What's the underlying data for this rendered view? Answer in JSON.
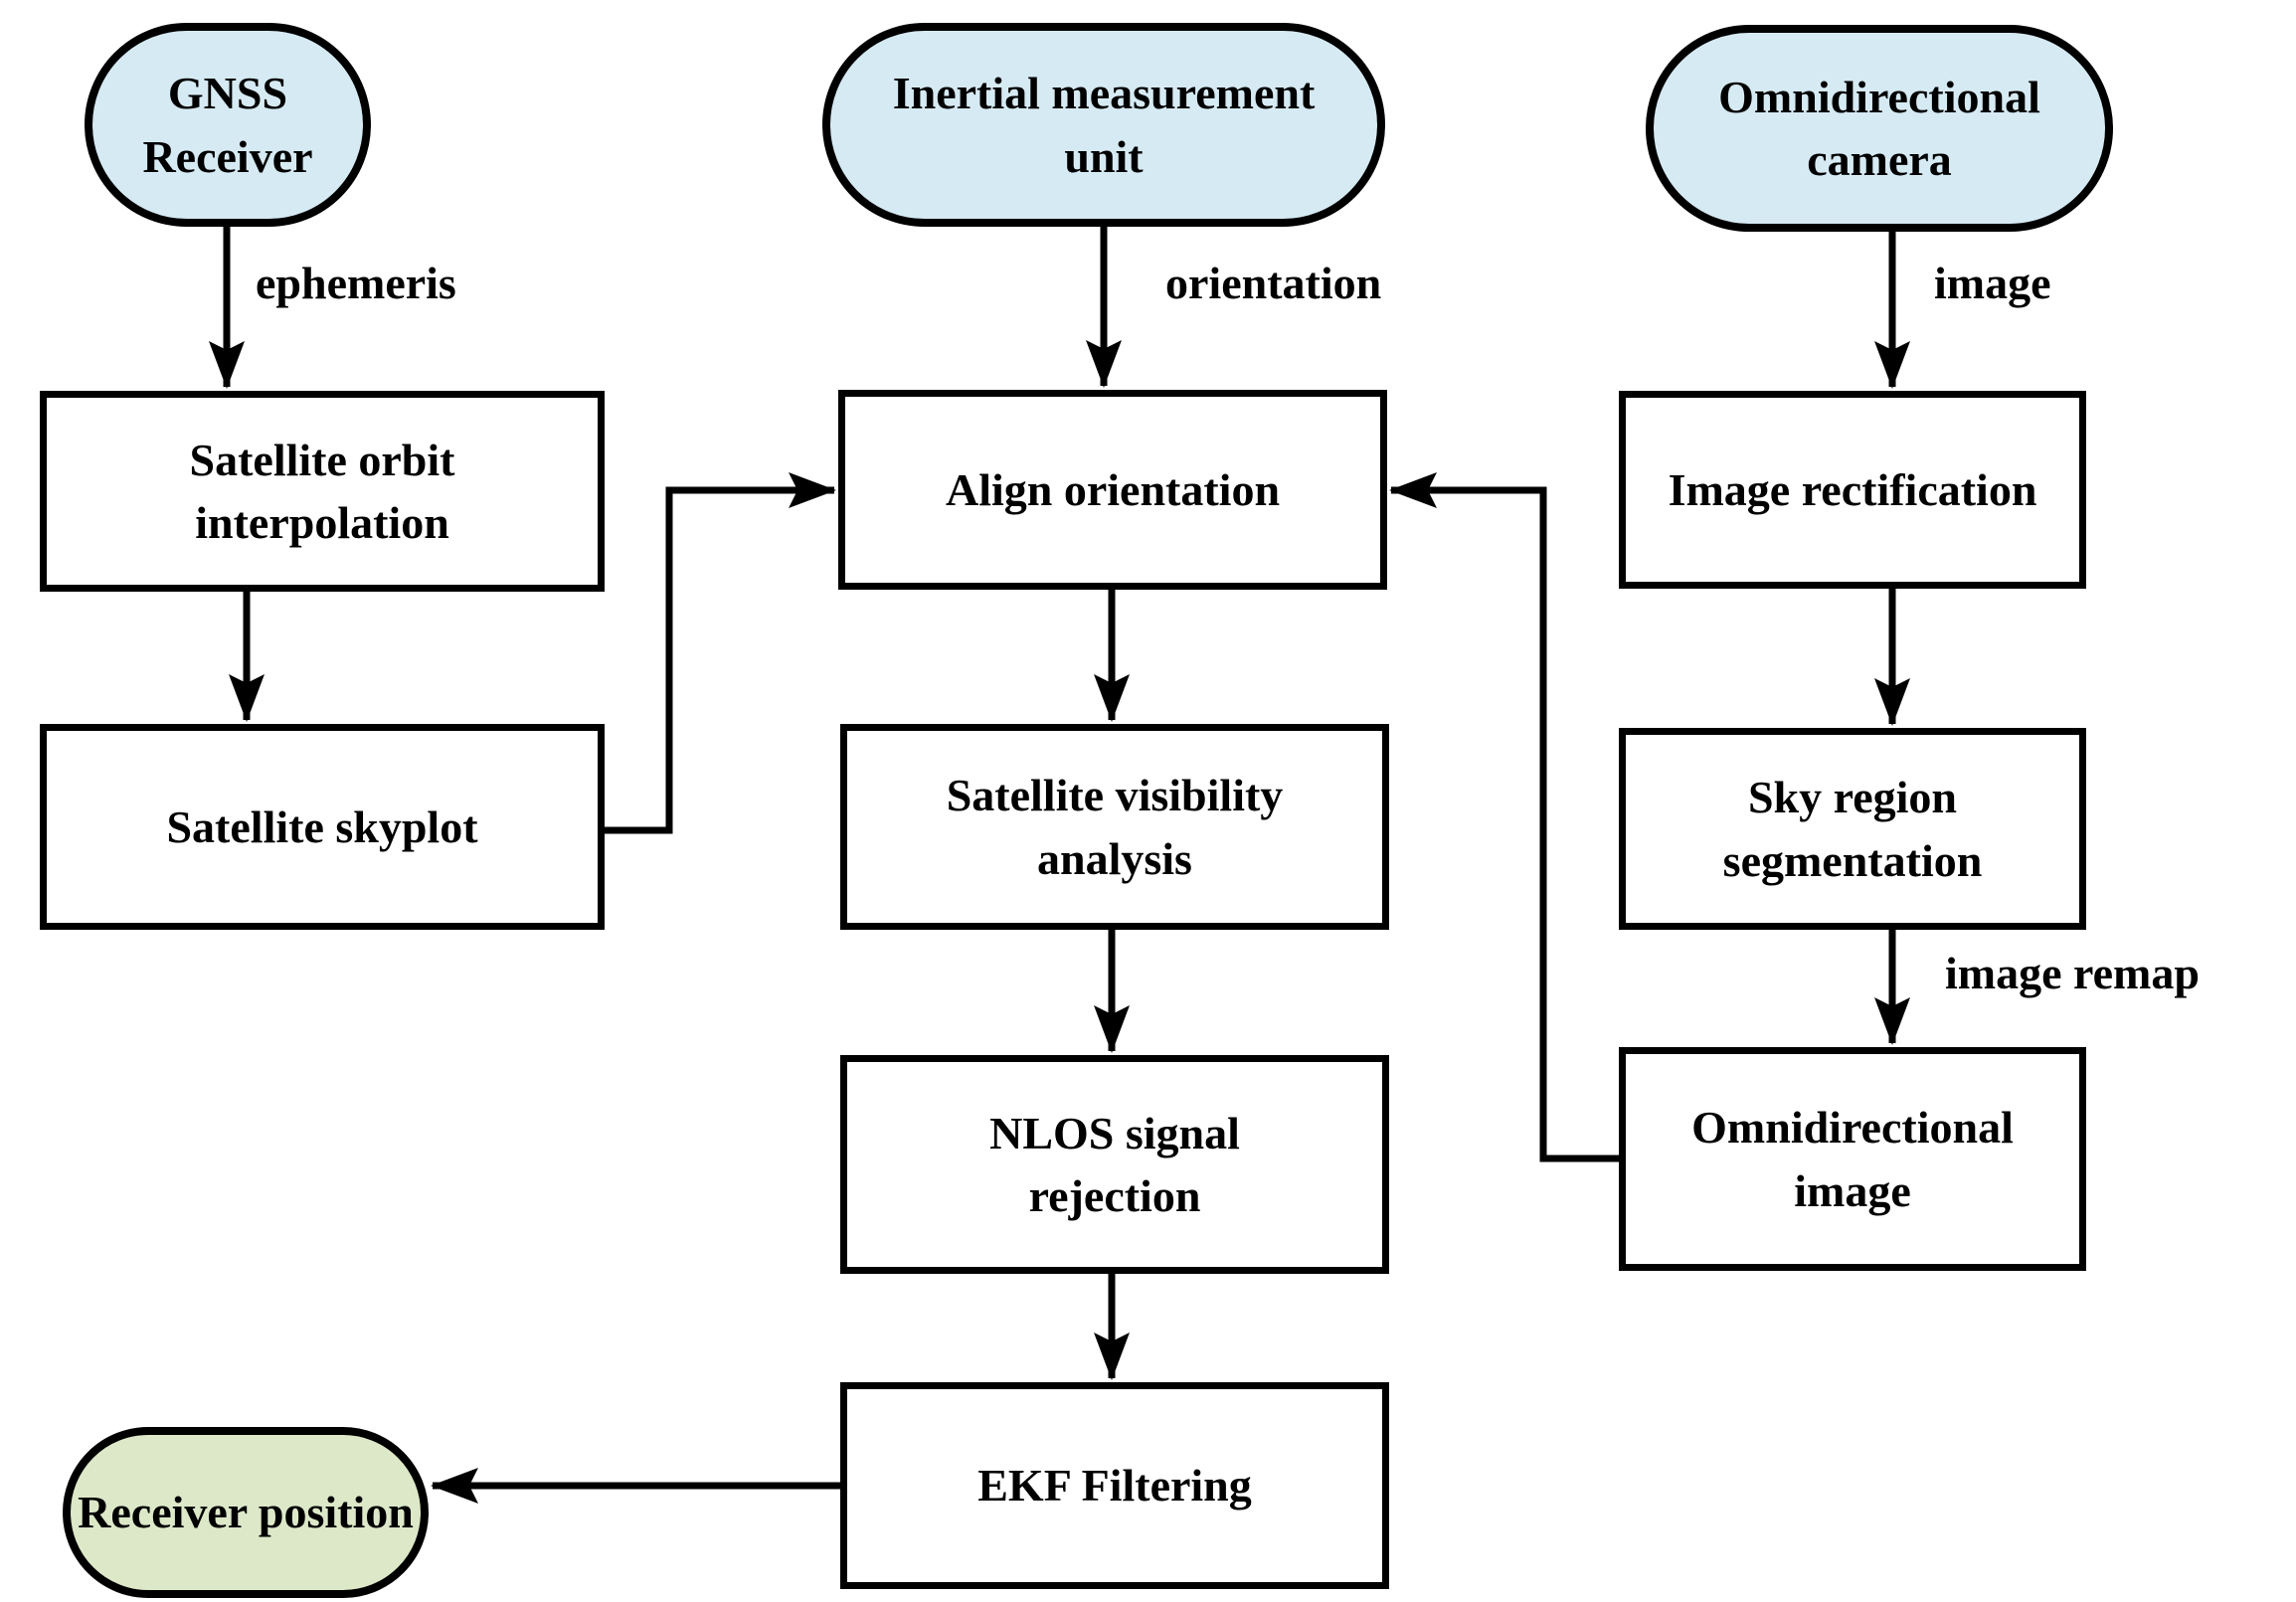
{
  "diagram": {
    "title": "GNSS / IMU / omnidirectional-camera positioning pipeline flowchart",
    "colors": {
      "source_node_fill": "#d6eaf3",
      "output_node_fill": "#dce8c8",
      "line_color": "#000000",
      "background": "#ffffff"
    },
    "nodes": {
      "gnss": {
        "label": "GNSS Receiver",
        "type": "terminator"
      },
      "imu": {
        "label": "Inertial measurement\nunit",
        "type": "terminator"
      },
      "camera": {
        "label": "Omnidirectional\ncamera",
        "type": "terminator"
      },
      "orbit": {
        "label": "Satellite orbit\ninterpolation",
        "type": "process"
      },
      "skyplot": {
        "label": "Satellite skyplot",
        "type": "process"
      },
      "align": {
        "label": "Align orientation",
        "type": "process"
      },
      "visibility": {
        "label": "Satellite visibility\nanalysis",
        "type": "process"
      },
      "nlos": {
        "label": "NLOS signal\nrejection",
        "type": "process"
      },
      "ekf": {
        "label": "EKF Filtering",
        "type": "process"
      },
      "imagerect": {
        "label": "Image rectification",
        "type": "process"
      },
      "skyregion": {
        "label": "Sky region\nsegmentation",
        "type": "process"
      },
      "omniimage": {
        "label": "Omnidirectional\nimage",
        "type": "process"
      },
      "receiver": {
        "label": "Receiver position",
        "type": "terminator"
      }
    },
    "edge_labels": {
      "ephemeris": "ephemeris",
      "orientation": "orientation",
      "image": "image",
      "image_remap": "image remap"
    }
  }
}
